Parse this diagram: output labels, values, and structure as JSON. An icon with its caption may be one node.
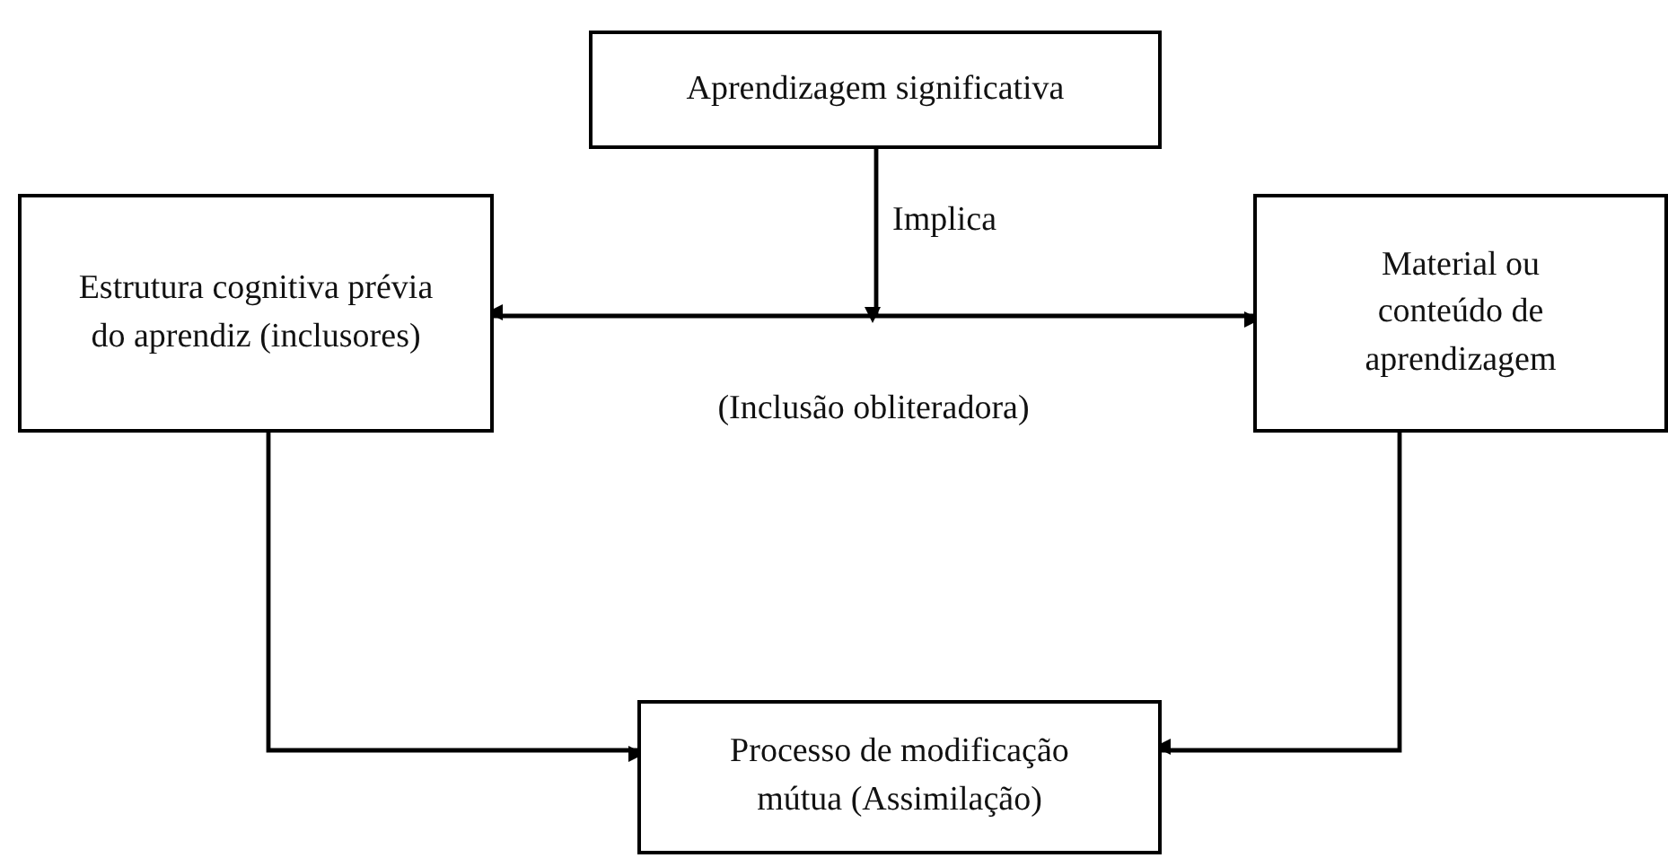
{
  "diagram": {
    "nodes": [
      {
        "text": [
          "Aprendizagem significativa"
        ]
      },
      {
        "text": [
          "Estrutura cognitiva prévia do aprendiz (inclusores)"
        ]
      },
      {
        "text": [
          "Material ou conteúdo de aprendizagem"
        ]
      },
      {
        "text": [
          "Processo de modificação mútua (Assimilação)"
        ]
      }
    ],
    "edges": [
      {
        "from": 0,
        "to": null,
        "arrow": "to",
        "label": "Implica"
      },
      {
        "from": 1,
        "to": 2,
        "arrow": "both",
        "label": "(Inclusão obliteradora)"
      },
      {
        "from": 1,
        "to": 3,
        "arrow": "to"
      },
      {
        "from": 2,
        "to": 3,
        "arrow": "to"
      }
    ]
  }
}
